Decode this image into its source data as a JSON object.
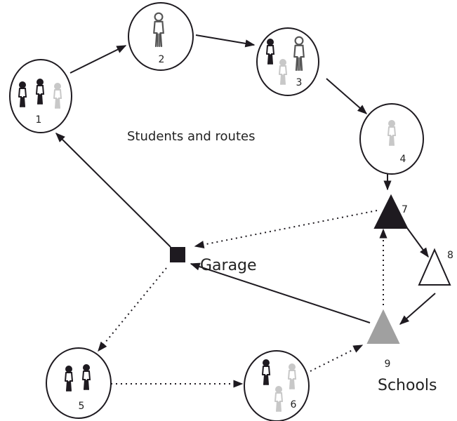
{
  "diagram": {
    "title": "Students and routes",
    "garage_label": "Garage",
    "schools_label": "Schools",
    "stops": [
      {
        "label": "1"
      },
      {
        "label": "2"
      },
      {
        "label": "3"
      },
      {
        "label": "4"
      },
      {
        "label": "5"
      },
      {
        "label": "6"
      }
    ],
    "schools": [
      {
        "label": "7",
        "fill": "black"
      },
      {
        "label": "8",
        "fill": "white"
      },
      {
        "label": "9",
        "fill": "gray"
      }
    ]
  },
  "colors": {
    "dark": "#1e1a20",
    "gray": "#a0a0a0",
    "light_gray": "#c8c8c8",
    "white": "#ffffff"
  }
}
